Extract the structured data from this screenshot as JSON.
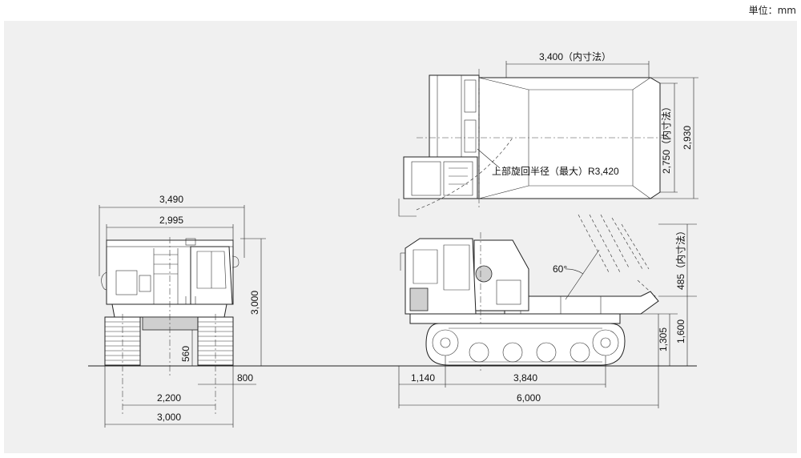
{
  "unit_label": "単位：mm",
  "dimensions": {
    "front_width_overall": "3,490",
    "front_width_body": "2,995",
    "front_height": "3,000",
    "front_ground_clearance": "560",
    "front_track_shoe": "800",
    "front_track_gauge": "2,200",
    "front_track_width": "3,000",
    "top_bed_inner_length": "3,400（内寸法）",
    "top_bed_inner_width": "2,750（内寸法）",
    "top_width_overall": "2,930",
    "swing_radius": "上部旋回半径（最大）R3,420",
    "side_bed_depth": "485（内寸法）",
    "side_dump_angle": "60°",
    "side_bed_height": "1,600",
    "side_track_height": "1,305",
    "side_front_overhang": "1,140",
    "side_tumbler_distance": "3,840",
    "side_overall_length": "6,000"
  }
}
